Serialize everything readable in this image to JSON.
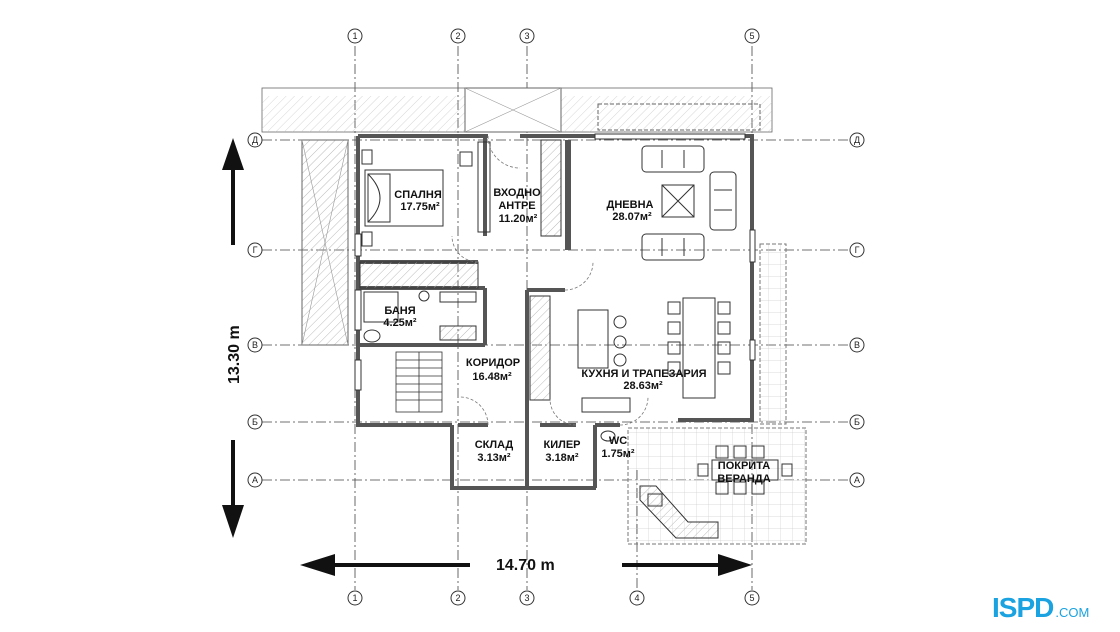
{
  "axes": {
    "vertical": [
      "1",
      "2",
      "3",
      "4",
      "5"
    ],
    "horizontal": [
      "Д",
      "Г",
      "В",
      "Б",
      "А"
    ]
  },
  "dimensions": {
    "width": "14.70 m",
    "height": "13.30 m"
  },
  "rooms": [
    {
      "label": "СПАЛНЯ",
      "area": "17.75м²"
    },
    {
      "label": "ВХОДНО",
      "label2": "АНТРЕ",
      "area": "11.20м²"
    },
    {
      "label": "ДНЕВНА",
      "area": "28.07м²"
    },
    {
      "label": "БАНЯ",
      "area": "4.25м²"
    },
    {
      "label": "КОРИДОР",
      "area": "16.48м²"
    },
    {
      "label": "КУХНЯ И ТРАПЕЗАРИЯ",
      "area": "28.63м²"
    },
    {
      "label": "СКЛАД",
      "area": "3.13м²"
    },
    {
      "label": "КИЛЕР",
      "area": "3.18м²"
    },
    {
      "label": "WC",
      "area": "1.75м²"
    },
    {
      "label": "ПОКРИТА",
      "label2": "ВЕРАНДА"
    }
  ],
  "logo": {
    "main": "ISPD",
    "suffix": ".COM"
  },
  "colors": {
    "wall": "#555555",
    "line": "#333333",
    "logo": "#1aa3e0"
  }
}
